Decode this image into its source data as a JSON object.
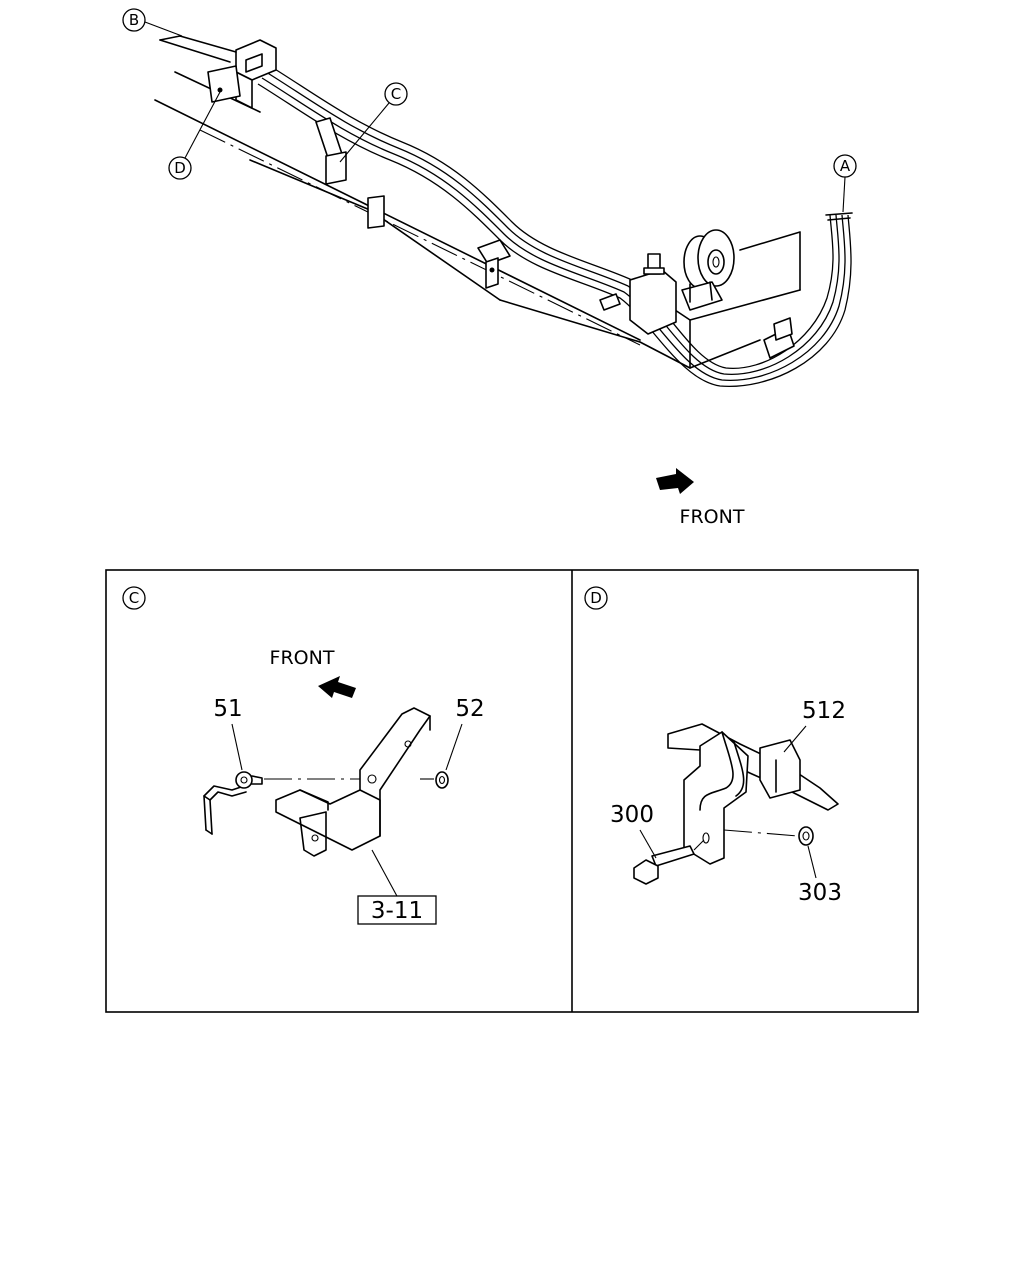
{
  "callouts": {
    "A": "A",
    "B": "B",
    "C": "C",
    "D": "D"
  },
  "main_view": {
    "front_label": "FRONT"
  },
  "detail_c": {
    "letter": "C",
    "front_label": "FRONT",
    "part_51": "51",
    "part_52": "52",
    "ref_box": "3-11"
  },
  "detail_d": {
    "letter": "D",
    "part_512": "512",
    "part_300": "300",
    "part_303": "303"
  },
  "icons": [
    "front-arrow-icon"
  ]
}
